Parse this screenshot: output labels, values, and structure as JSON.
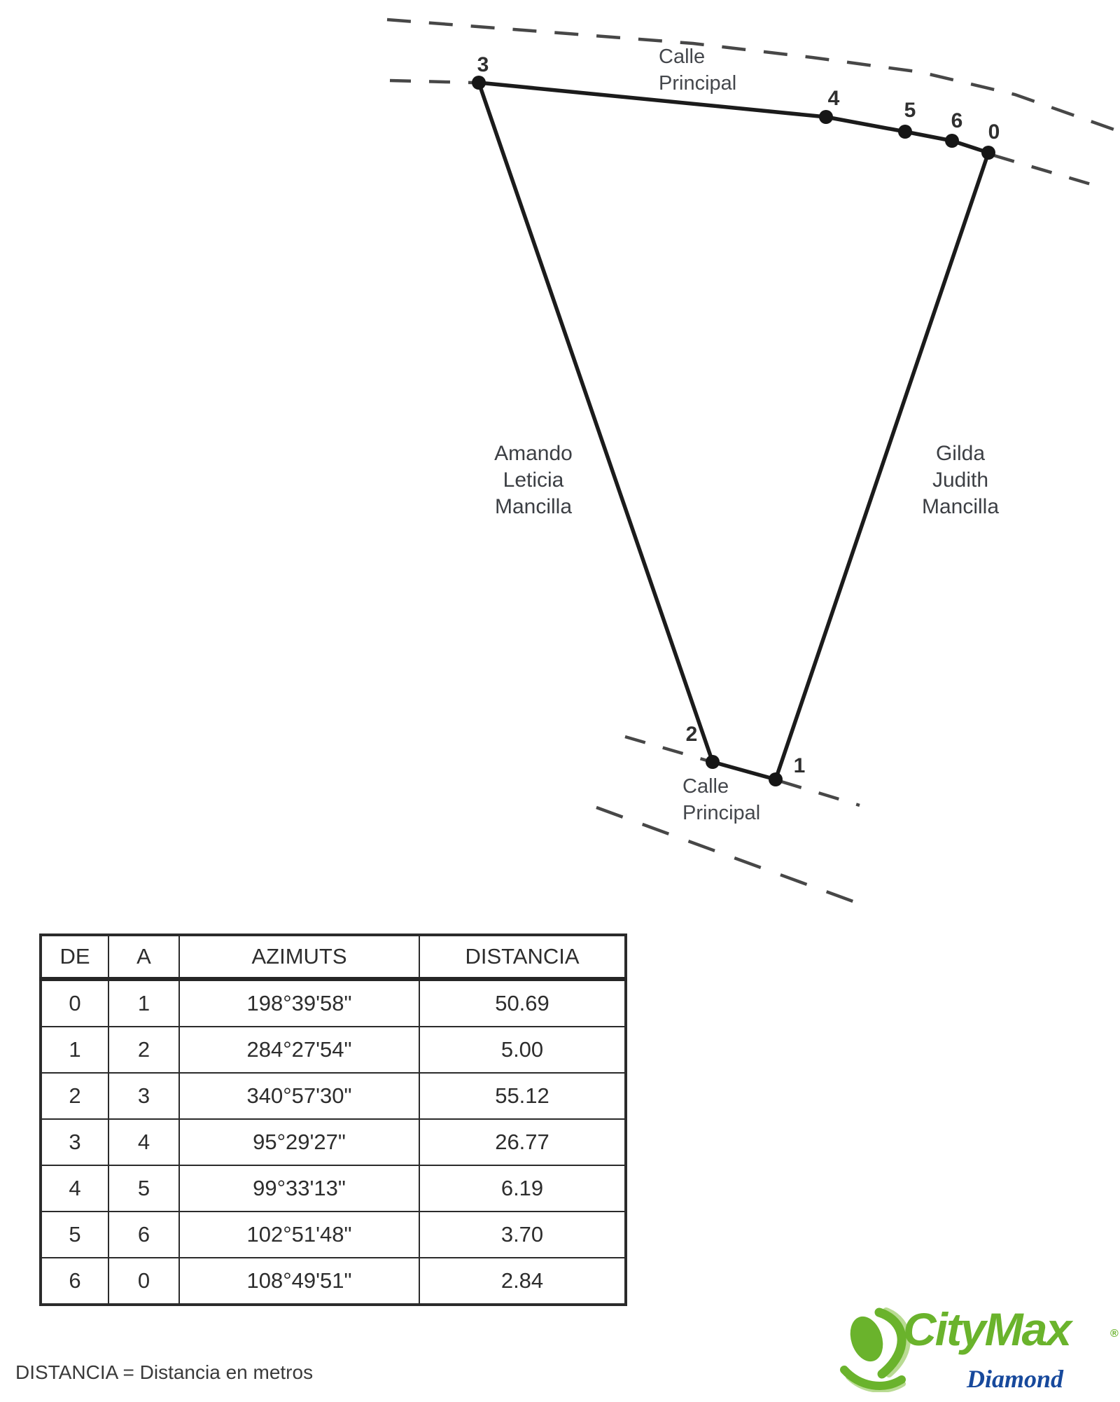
{
  "diagram": {
    "street_top": {
      "line1": "Calle",
      "line2": "Principal"
    },
    "street_bottom": {
      "line1": "Calle",
      "line2": "Principal"
    },
    "owner_left": {
      "line1": "Amando",
      "line2": "Leticia",
      "line3": "Mancilla"
    },
    "owner_right": {
      "line1": "Gilda",
      "line2": "Judith",
      "line3": "Mancilla"
    },
    "points": {
      "p0": "0",
      "p1": "1",
      "p2": "2",
      "p3": "3",
      "p4": "4",
      "p5": "5",
      "p6": "6"
    }
  },
  "table": {
    "headers": {
      "de": "DE",
      "a": "A",
      "azimuts": "AZIMUTS",
      "distancia": "DISTANCIA"
    },
    "rows": [
      {
        "de": "0",
        "a": "1",
        "azimut": "198°39'58\"",
        "distancia": "50.69"
      },
      {
        "de": "1",
        "a": "2",
        "azimut": "284°27'54\"",
        "distancia": "5.00"
      },
      {
        "de": "2",
        "a": "3",
        "azimut": "340°57'30\"",
        "distancia": "55.12"
      },
      {
        "de": "3",
        "a": "4",
        "azimut": "95°29'27\"",
        "distancia": "26.77"
      },
      {
        "de": "4",
        "a": "5",
        "azimut": "99°33'13\"",
        "distancia": "6.19"
      },
      {
        "de": "5",
        "a": "6",
        "azimut": "102°51'48\"",
        "distancia": "3.70"
      },
      {
        "de": "6",
        "a": "0",
        "azimut": "108°49'51\"",
        "distancia": "2.84"
      }
    ]
  },
  "footnote": "DISTANCIA = Distancia en metros",
  "logo": {
    "brand": "CityMax",
    "registered": "®",
    "sub": "Diamond",
    "brand_color": "#6ab32c",
    "sub_color": "#17499c"
  }
}
